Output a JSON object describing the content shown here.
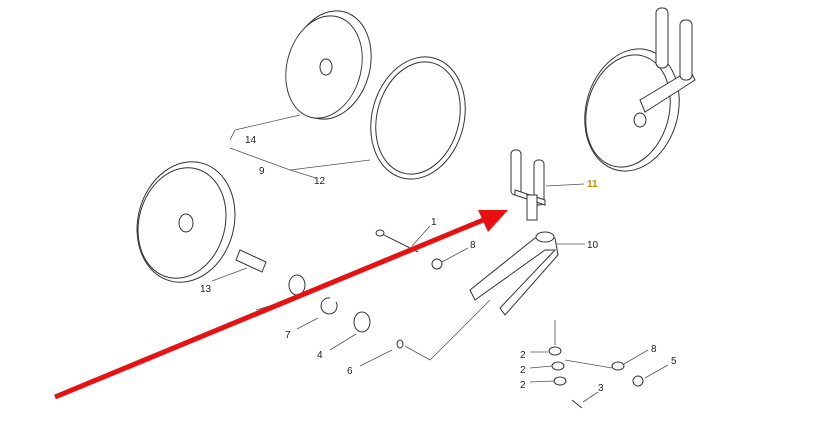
{
  "diagram": {
    "callouts": [
      "14",
      "12",
      "9",
      "13",
      "1",
      "8",
      "10",
      "11",
      "7",
      "4",
      "6",
      "2",
      "2",
      "2",
      "3",
      "8",
      "5"
    ],
    "highlight_color": "#c88a00",
    "arrow_color": "#e81010"
  }
}
